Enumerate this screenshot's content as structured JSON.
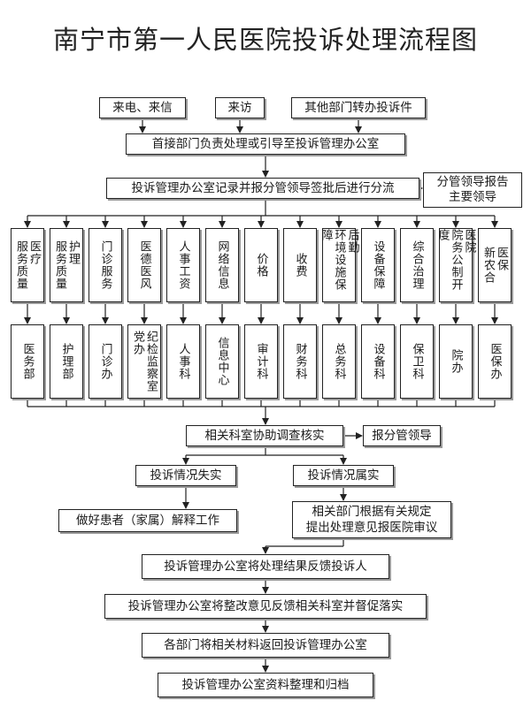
{
  "title": "南宁市第一人民医院投诉处理流程图",
  "sources": [
    "来电、来信",
    "来访",
    "其他部门转办投诉件"
  ],
  "first_dept": "首接部门负责处理或引导至投诉管理办公室",
  "record": "投诉管理办公室记录并报分管领导签批后进行分流",
  "major_report": "分管领导报告\n主要领导",
  "categories": [
    "医疗\n服务质量",
    "护理\n服务质量",
    "门诊服务",
    "医德医风",
    "人事工资",
    "网络信息",
    "价格",
    "收费",
    "后勤\n环境设施保障",
    "设备保障",
    "综合治理",
    "医院\n院务公制开度",
    "医保\n新农合"
  ],
  "departments": [
    "医务部",
    "护理部",
    "门诊办",
    "纪检监察室\n党办",
    "人事科",
    "信息中心",
    "审计科",
    "财务科",
    "总务科",
    "设备科",
    "保卫科",
    "院办",
    "医保办"
  ],
  "investigate": "相关科室协助调查核实",
  "report_leader": "报分管领导",
  "false_result": "投诉情况失实",
  "true_result": "投诉情况属实",
  "explain": "做好患者（家属）解释工作",
  "handle": "相关部门根据有关规定\n提出处理意见报医院审议",
  "feedback": "投诉管理办公室将处理结果反馈投诉人",
  "rectify": "投诉管理办公室将整改意见反馈相关科室并督促落实",
  "return_material": "各部门将相关材料返回投诉管理办公室",
  "archive": "投诉管理办公室资料整理和归档"
}
